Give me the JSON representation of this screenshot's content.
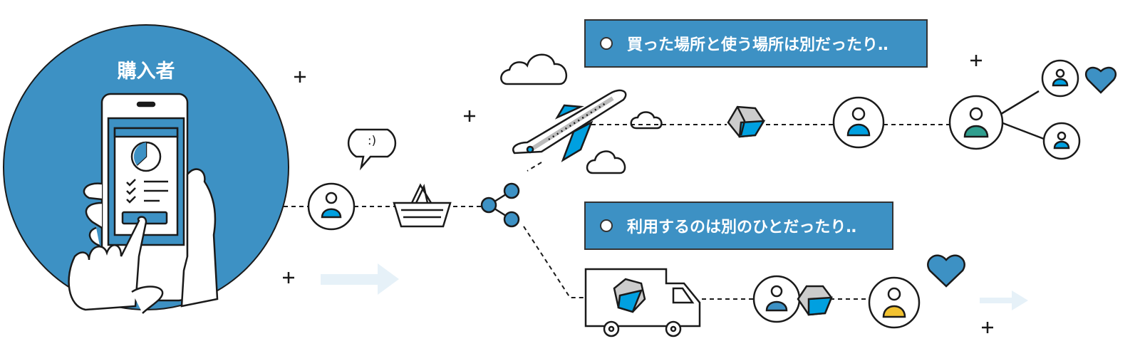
{
  "buyer_label": "購入者",
  "speech_bubble_text": ":)",
  "banners": [
    {
      "text": "買った場所と使う場所は別だったり‥"
    },
    {
      "text": "利用するのは別のひとだったり‥"
    }
  ],
  "colors": {
    "primary_blue": "#3d91c4",
    "cyan": "#00a0e0",
    "teal": "#2f9e8e",
    "yellow": "#f2c230",
    "arrow_light": "#e6f1f8",
    "outline": "#1a1a1a"
  }
}
